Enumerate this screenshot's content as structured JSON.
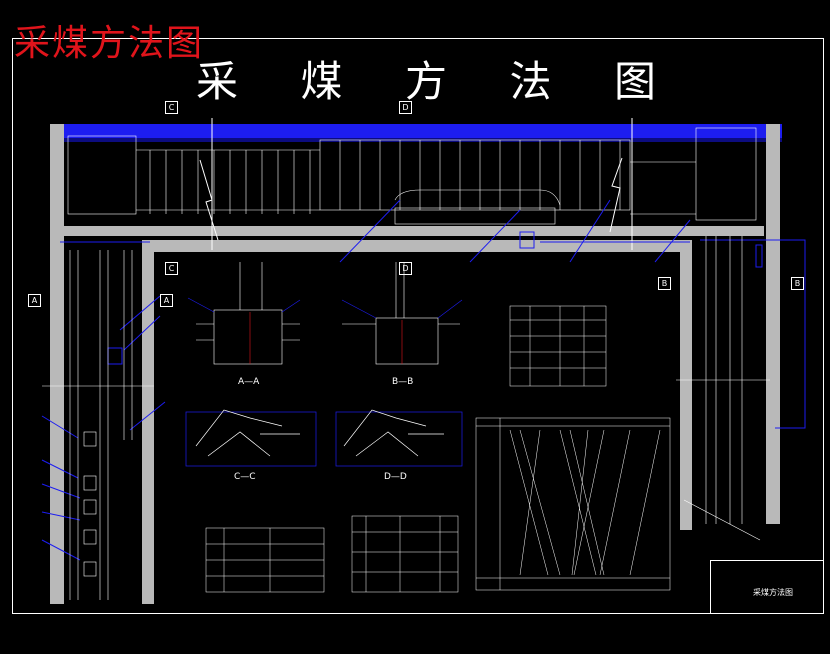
{
  "stamp_title": "采煤方法图",
  "title_chars": [
    "采",
    "煤",
    "方",
    "法",
    "图"
  ],
  "section_tags": {
    "C_top": "C",
    "D_top": "D",
    "C_mid": "C",
    "D_mid": "D",
    "A_left": "A",
    "A_mid": "A",
    "B_mid": "B",
    "B_right": "B"
  },
  "section_labels": {
    "aa": "A—A",
    "bb": "B—B",
    "cc": "C—C",
    "dd": "D—D"
  },
  "table_title": "采煤方法图",
  "colors": {
    "blue": "#1d1df0",
    "gray": "#b9b9b9",
    "white": "#ffffff",
    "red": "#e0141b"
  }
}
